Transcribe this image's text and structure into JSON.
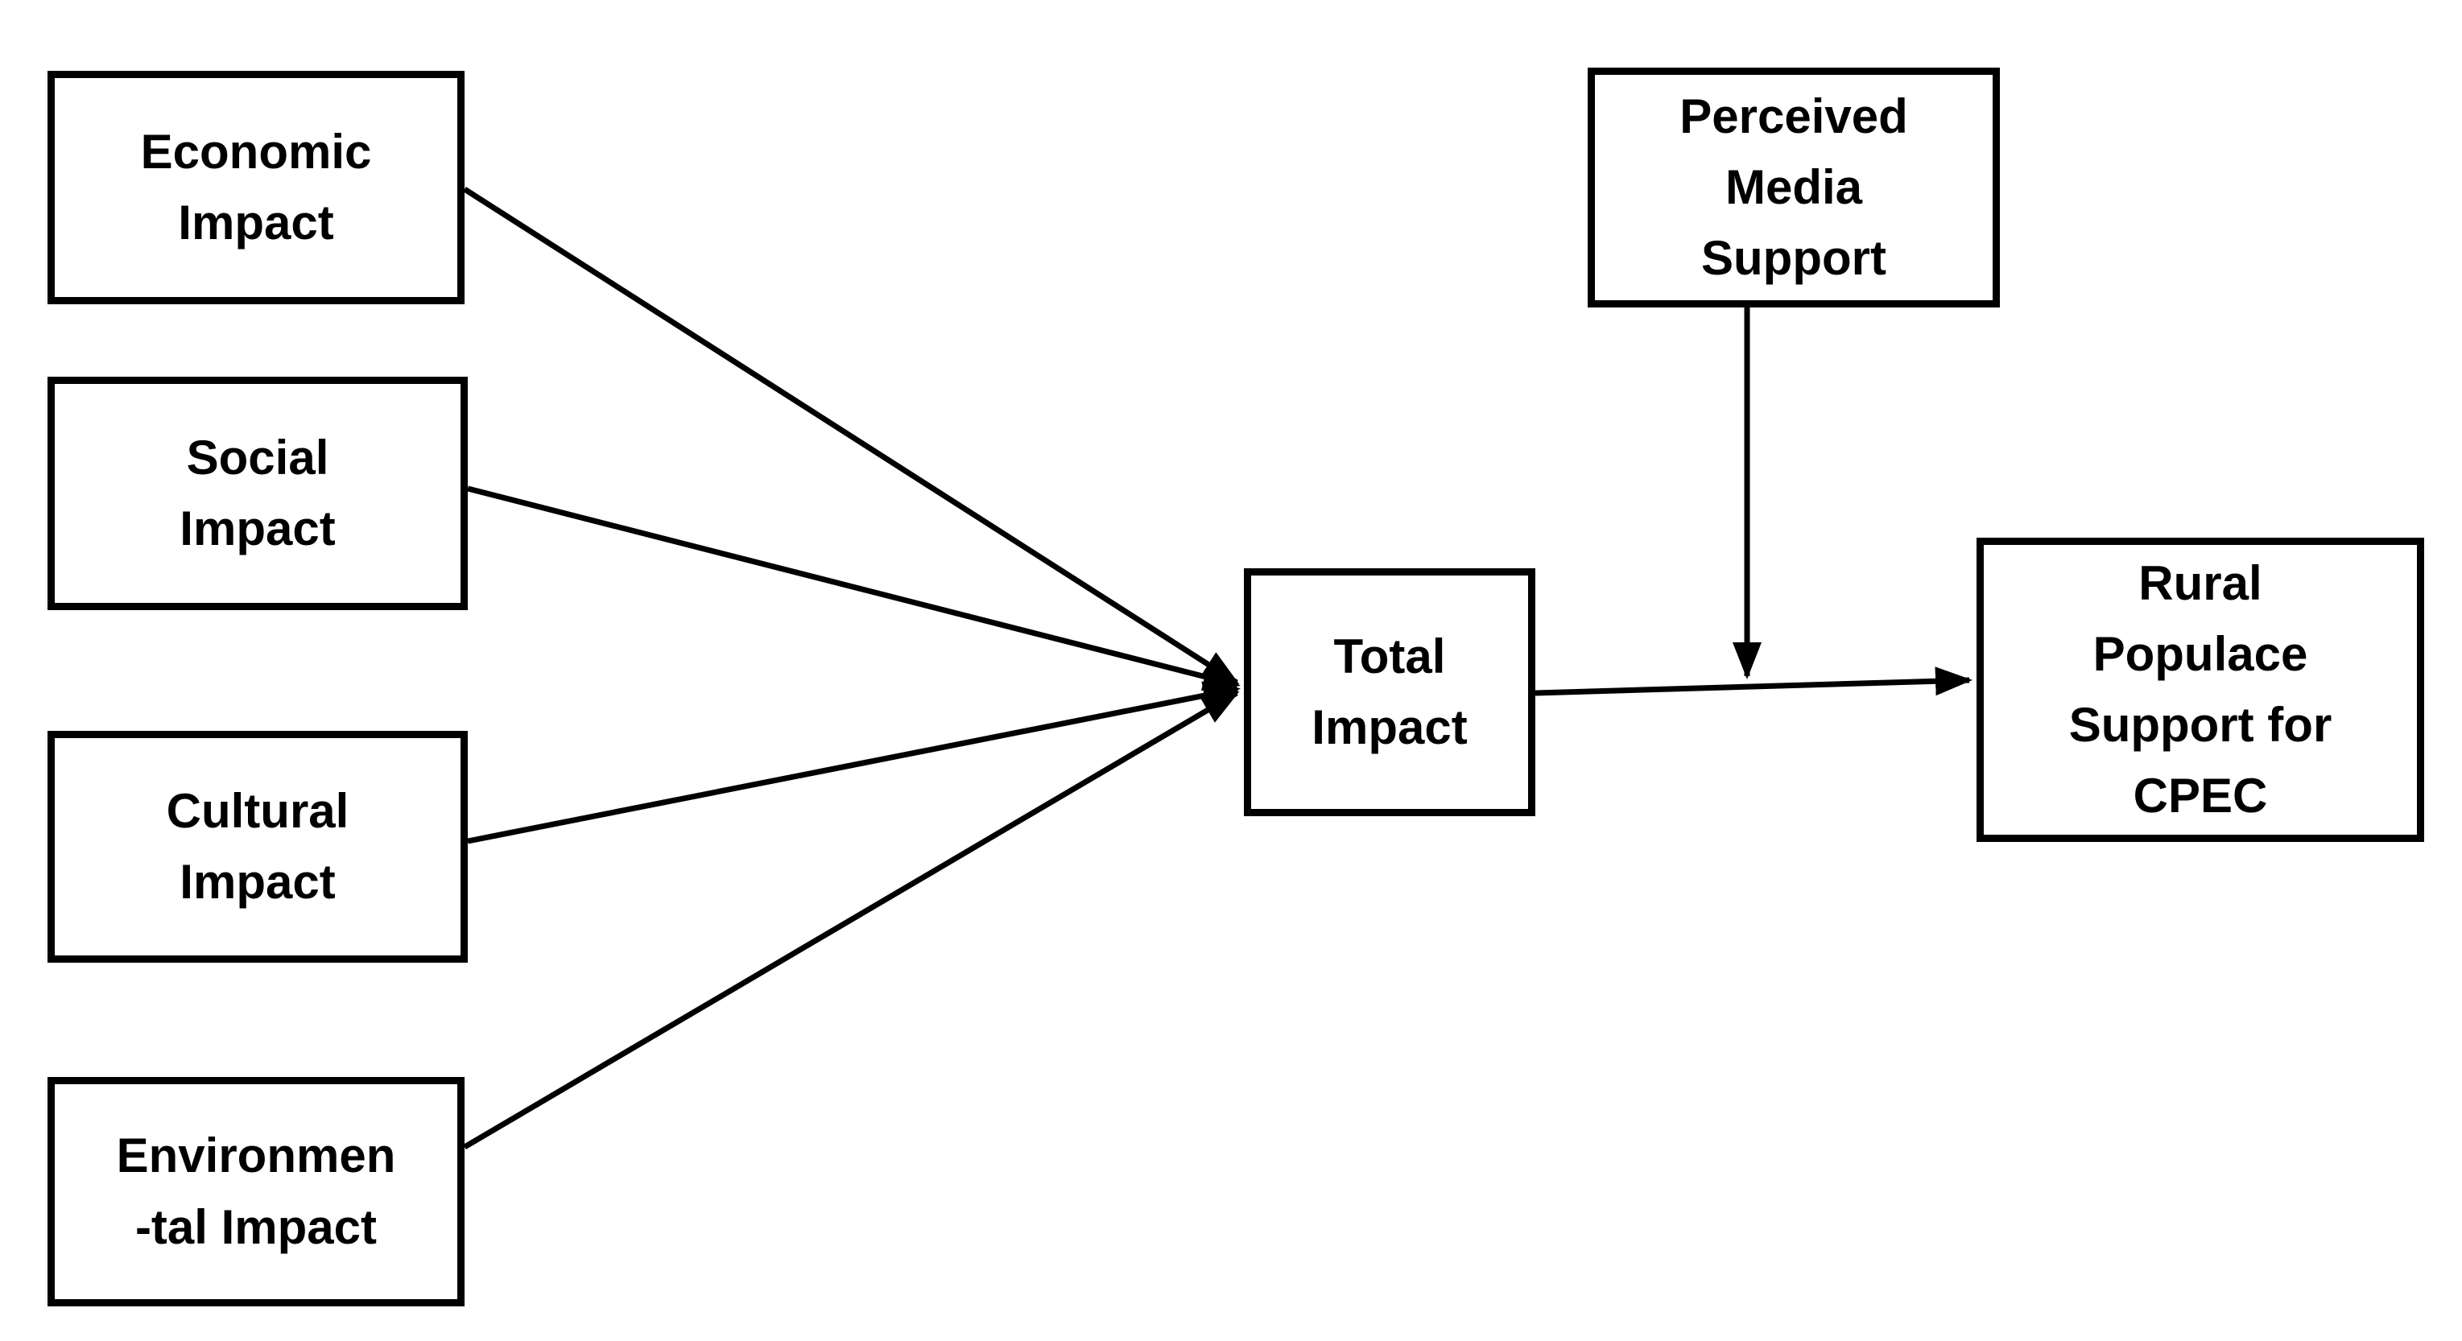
{
  "figure": {
    "type": "path-diagram",
    "background_color": "#ffffff",
    "ink_color": "#000000",
    "nodes": {
      "economic": {
        "label": "Economic\nImpact"
      },
      "social": {
        "label": "Social\nImpact"
      },
      "cultural": {
        "label": "Cultural\nImpact"
      },
      "environmental": {
        "label": "Environmen\n-tal Impact"
      },
      "total": {
        "label": "Total\nImpact"
      },
      "media": {
        "label": "Perceived\nMedia\nSupport"
      },
      "outcome": {
        "label": "Rural\nPopulace\nSupport for\nCPEC"
      }
    },
    "edges": [
      {
        "from": "Economic Impact",
        "to": "Total Impact",
        "arrow": "end"
      },
      {
        "from": "Social Impact",
        "to": "Total Impact",
        "arrow": "end"
      },
      {
        "from": "Cultural Impact",
        "to": "Total Impact",
        "arrow": "end"
      },
      {
        "from": "Environmental Impact",
        "to": "Total Impact",
        "arrow": "end"
      },
      {
        "from": "Total Impact",
        "to": "Rural Populace Support for CPEC",
        "arrow": "end"
      },
      {
        "from": "Perceived Media Support",
        "to": "path Total Impact to Rural Populace Support for CPEC",
        "arrow": "end"
      }
    ]
  }
}
